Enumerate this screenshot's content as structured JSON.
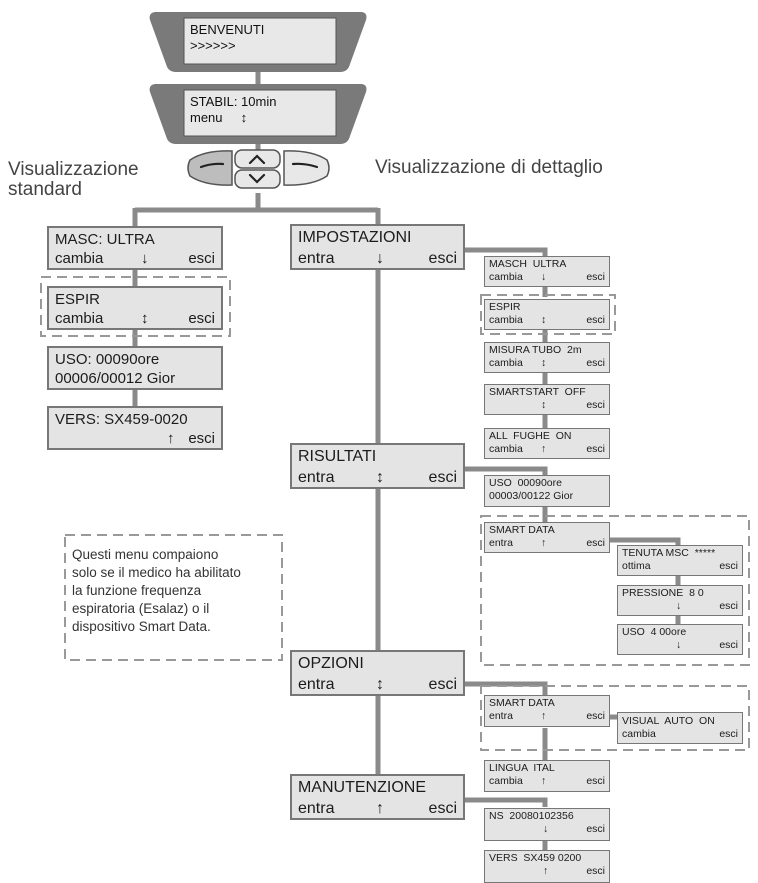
{
  "top_screens": [
    {
      "line1": "BENVENUTI",
      "line2": ">>>>>>"
    },
    {
      "line1": "STABIL: 10min",
      "line2": "menu     ↕"
    }
  ],
  "labels": {
    "standard": "Visualizzazione\nstandard",
    "detail": "Visualizzazione di dettaglio"
  },
  "keypad": {
    "left_key": "—",
    "up_key": "^",
    "down_key": "v",
    "right_key": "—"
  },
  "standard_menu": [
    {
      "title": "MASC: ULTRA",
      "left": "cambia",
      "mid": "↓",
      "right": "esci"
    },
    {
      "title": "ESPIR",
      "left": "cambia",
      "mid": "↕",
      "right": "esci"
    },
    {
      "title": "USO: 00090ore",
      "left": "00006/00012 Gior",
      "mid": "",
      "right": ""
    },
    {
      "title": "VERS: SX459-0020",
      "left": "",
      "mid": "↑",
      "right": "esci"
    }
  ],
  "detail_menu": [
    {
      "title": "IMPOSTAZIONI",
      "left": "entra",
      "mid": "↓",
      "right": "esci"
    },
    {
      "title": "RISULTATI",
      "left": "entra",
      "mid": "↕",
      "right": "esci"
    },
    {
      "title": "OPZIONI",
      "left": "entra",
      "mid": "↕",
      "right": "esci"
    },
    {
      "title": "MANUTENZIONE",
      "left": "entra",
      "mid": "↑",
      "right": "esci"
    }
  ],
  "impostazioni_sub": [
    {
      "title": "MASCH  ULTRA",
      "left": "cambia",
      "mid": "↓",
      "right": "esci"
    },
    {
      "title": "ESPIR",
      "left": "cambia",
      "mid": "↕",
      "right": "esci"
    },
    {
      "title": "MISURA TUBO  2m",
      "left": "cambia",
      "mid": "↕",
      "right": "esci"
    },
    {
      "title": "SMARTSTART  OFF",
      "left": "",
      "mid": "↕",
      "right": "esci"
    },
    {
      "title": "ALL  FUGHE  ON",
      "left": "cambia",
      "mid": "↑",
      "right": "esci"
    }
  ],
  "risultati_sub": [
    {
      "title": "USO  00090ore",
      "left": "00003/00122 Gior",
      "mid": "",
      "right": ""
    },
    {
      "title": "SMART DATA",
      "left": "entra",
      "mid": "↑",
      "right": "esci"
    }
  ],
  "smart_data_sub": [
    {
      "title": "TENUTA MSC  *****",
      "left": "ottima",
      "mid": "",
      "right": "esci"
    },
    {
      "title": "PRESSIONE  8 0",
      "left": "",
      "mid": "↓",
      "right": "esci"
    },
    {
      "title": "USO  4 00ore",
      "left": "",
      "mid": "↓",
      "right": "esci"
    }
  ],
  "opzioni_sub": [
    {
      "title": "SMART DATA",
      "left": "entra",
      "mid": "↑",
      "right": "esci"
    },
    {
      "title": "VISUAL  AUTO  ON",
      "left": "cambia",
      "mid": "",
      "right": "esci"
    },
    {
      "title": "LINGUA  ITAL",
      "left": "cambia",
      "mid": "↑",
      "right": "esci"
    }
  ],
  "manutenzione_sub": [
    {
      "title": "NS  20080102356",
      "left": "",
      "mid": "↓",
      "right": "esci"
    },
    {
      "title": "VERS  SX459 0200",
      "left": "",
      "mid": "↑",
      "right": "esci"
    }
  ],
  "note": "Questi menu compaiono\nsolo se il medico ha abilitato\nla funzione frequenza\nespiratoria (Esalaz) o il\ndispositivo Smart Data.",
  "colors": {
    "wire": "#8a8a8a",
    "box_fill": "#e4e4e4",
    "box_border": "#777777",
    "lcd_body": "#7a7a7a",
    "lcd_screen": "#e8e8e8",
    "dash": "#999999"
  }
}
